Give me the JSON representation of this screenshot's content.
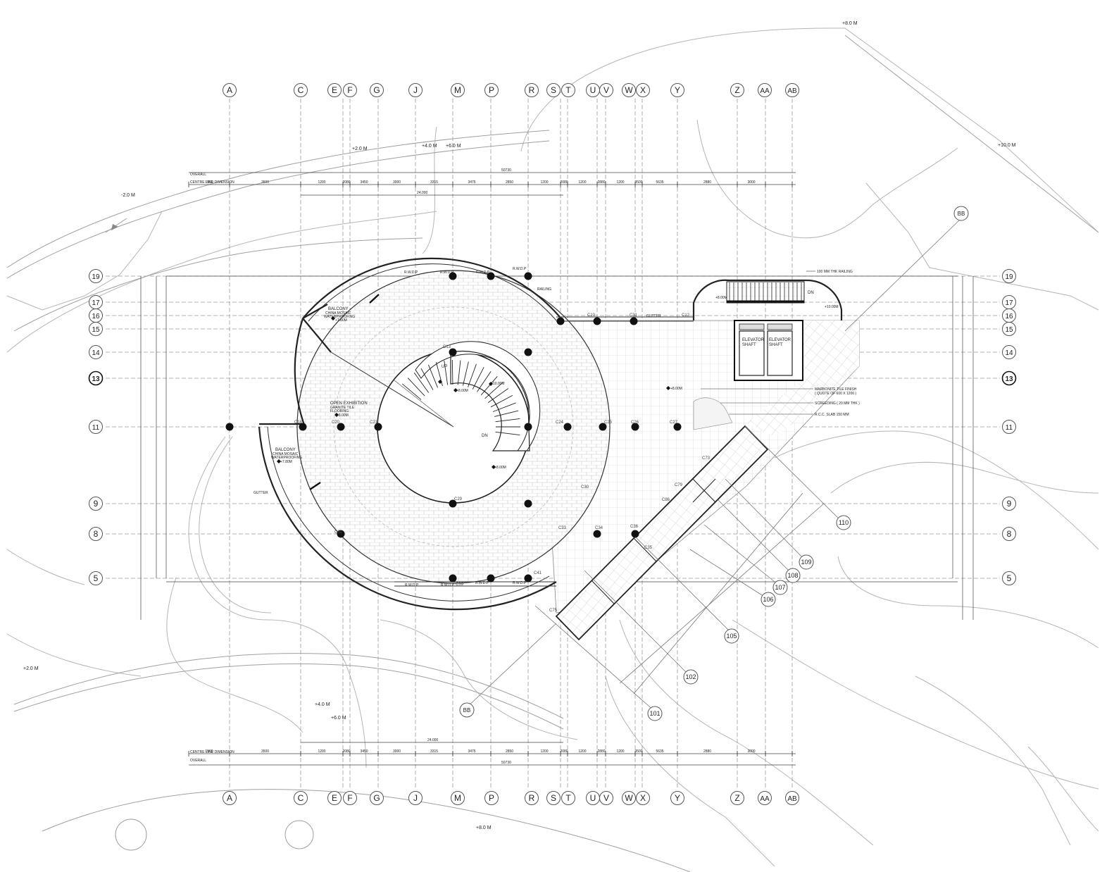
{
  "grid_columns": [
    "A",
    "C",
    "E",
    "F",
    "G",
    "J",
    "M",
    "P",
    "R",
    "S",
    "T",
    "U",
    "V",
    "W",
    "X",
    "Y",
    "Z",
    "AA",
    "AB"
  ],
  "grid_rows": [
    "19",
    "17",
    "16",
    "15",
    "14",
    "13",
    "11",
    "9",
    "8",
    "5"
  ],
  "emphasized_row": "13",
  "sections": [
    {
      "id": "bb_top",
      "label": "BB"
    },
    {
      "id": "bb_bottom",
      "label": "BB"
    }
  ],
  "section_tags": [
    "110",
    "109",
    "108",
    "107",
    "106",
    "105",
    "102",
    "101"
  ],
  "levels": {
    "top_plus8": "+8.0 M",
    "top_plus10": "+10.0 M",
    "top_plus4": "+4.0 M",
    "top_plus6": "+6.0 M",
    "top_plus2": "+2.0 M",
    "left_minus2": "-2.0 M",
    "left_plus2": "+2.0 M",
    "bottom_plus4": "+4.0 M",
    "bottom_plus6": "+6.0 M",
    "bottom_plus8": "+8.0 M"
  },
  "dimension_labels": {
    "overall": "CENTRE LINE DIMENSION",
    "overall2": "OVERALL",
    "overall_value": "50730",
    "span_24": "24.000",
    "segments": [
      "1560",
      "3500",
      "1200",
      "2080",
      "3450",
      "3000",
      "3315",
      "3475",
      "2850",
      "1200",
      "2080",
      "1200",
      "2880",
      "1200",
      "3500",
      "5635",
      "2880",
      "3000"
    ]
  },
  "rooms": {
    "balcony_top": {
      "title": "BALCONY",
      "line1": "CHINA MOSAIC",
      "line2": "WATERPROOFING",
      "level": "+7.80M"
    },
    "balcony_left": {
      "title": "BALCONY",
      "line1": "CHINA MOSAIC",
      "line2": "WATERPROOFING",
      "level": "+7.80M"
    },
    "open_exhibition": {
      "title": "OPEN EXHIBITION",
      "line1": "GRANITE TILE",
      "line2": "FLOORING",
      "level": "+8.00M"
    },
    "elevator_1": {
      "title": "ELEVATOR",
      "line1": "SHAFT"
    },
    "elevator_2": {
      "title": "ELEVATOR",
      "line1": "SHAFT"
    }
  },
  "annotations": {
    "railing_100": "100 MM THK RAILING",
    "railing": "RAILING",
    "gutter_top": "GUTTER",
    "gutter_left": "GUTTER",
    "marble_tile": "MARBONITE TILE FINISH",
    "marble_tile2": "( QUOTE OF 600 X 1200 )",
    "screeding": "SCREEDING ( 20 MM THK )",
    "rcc": "R.C.C. SLAB 150 MM",
    "up": "UP",
    "dn": "DN",
    "dn2": "DN",
    "rwdp": "R.W.D.P",
    "level_800": "+8.00M",
    "level_1000": "+10.00M"
  },
  "column_tags": [
    "C18",
    "C20",
    "C21",
    "C24",
    "C25",
    "C26",
    "C27",
    "C13",
    "C29",
    "C32",
    "C39",
    "C41",
    "C10",
    "C31",
    "C12",
    "C34",
    "C36",
    "C30",
    "C33",
    "C35",
    "C73",
    "C75",
    "C79",
    "C86"
  ]
}
